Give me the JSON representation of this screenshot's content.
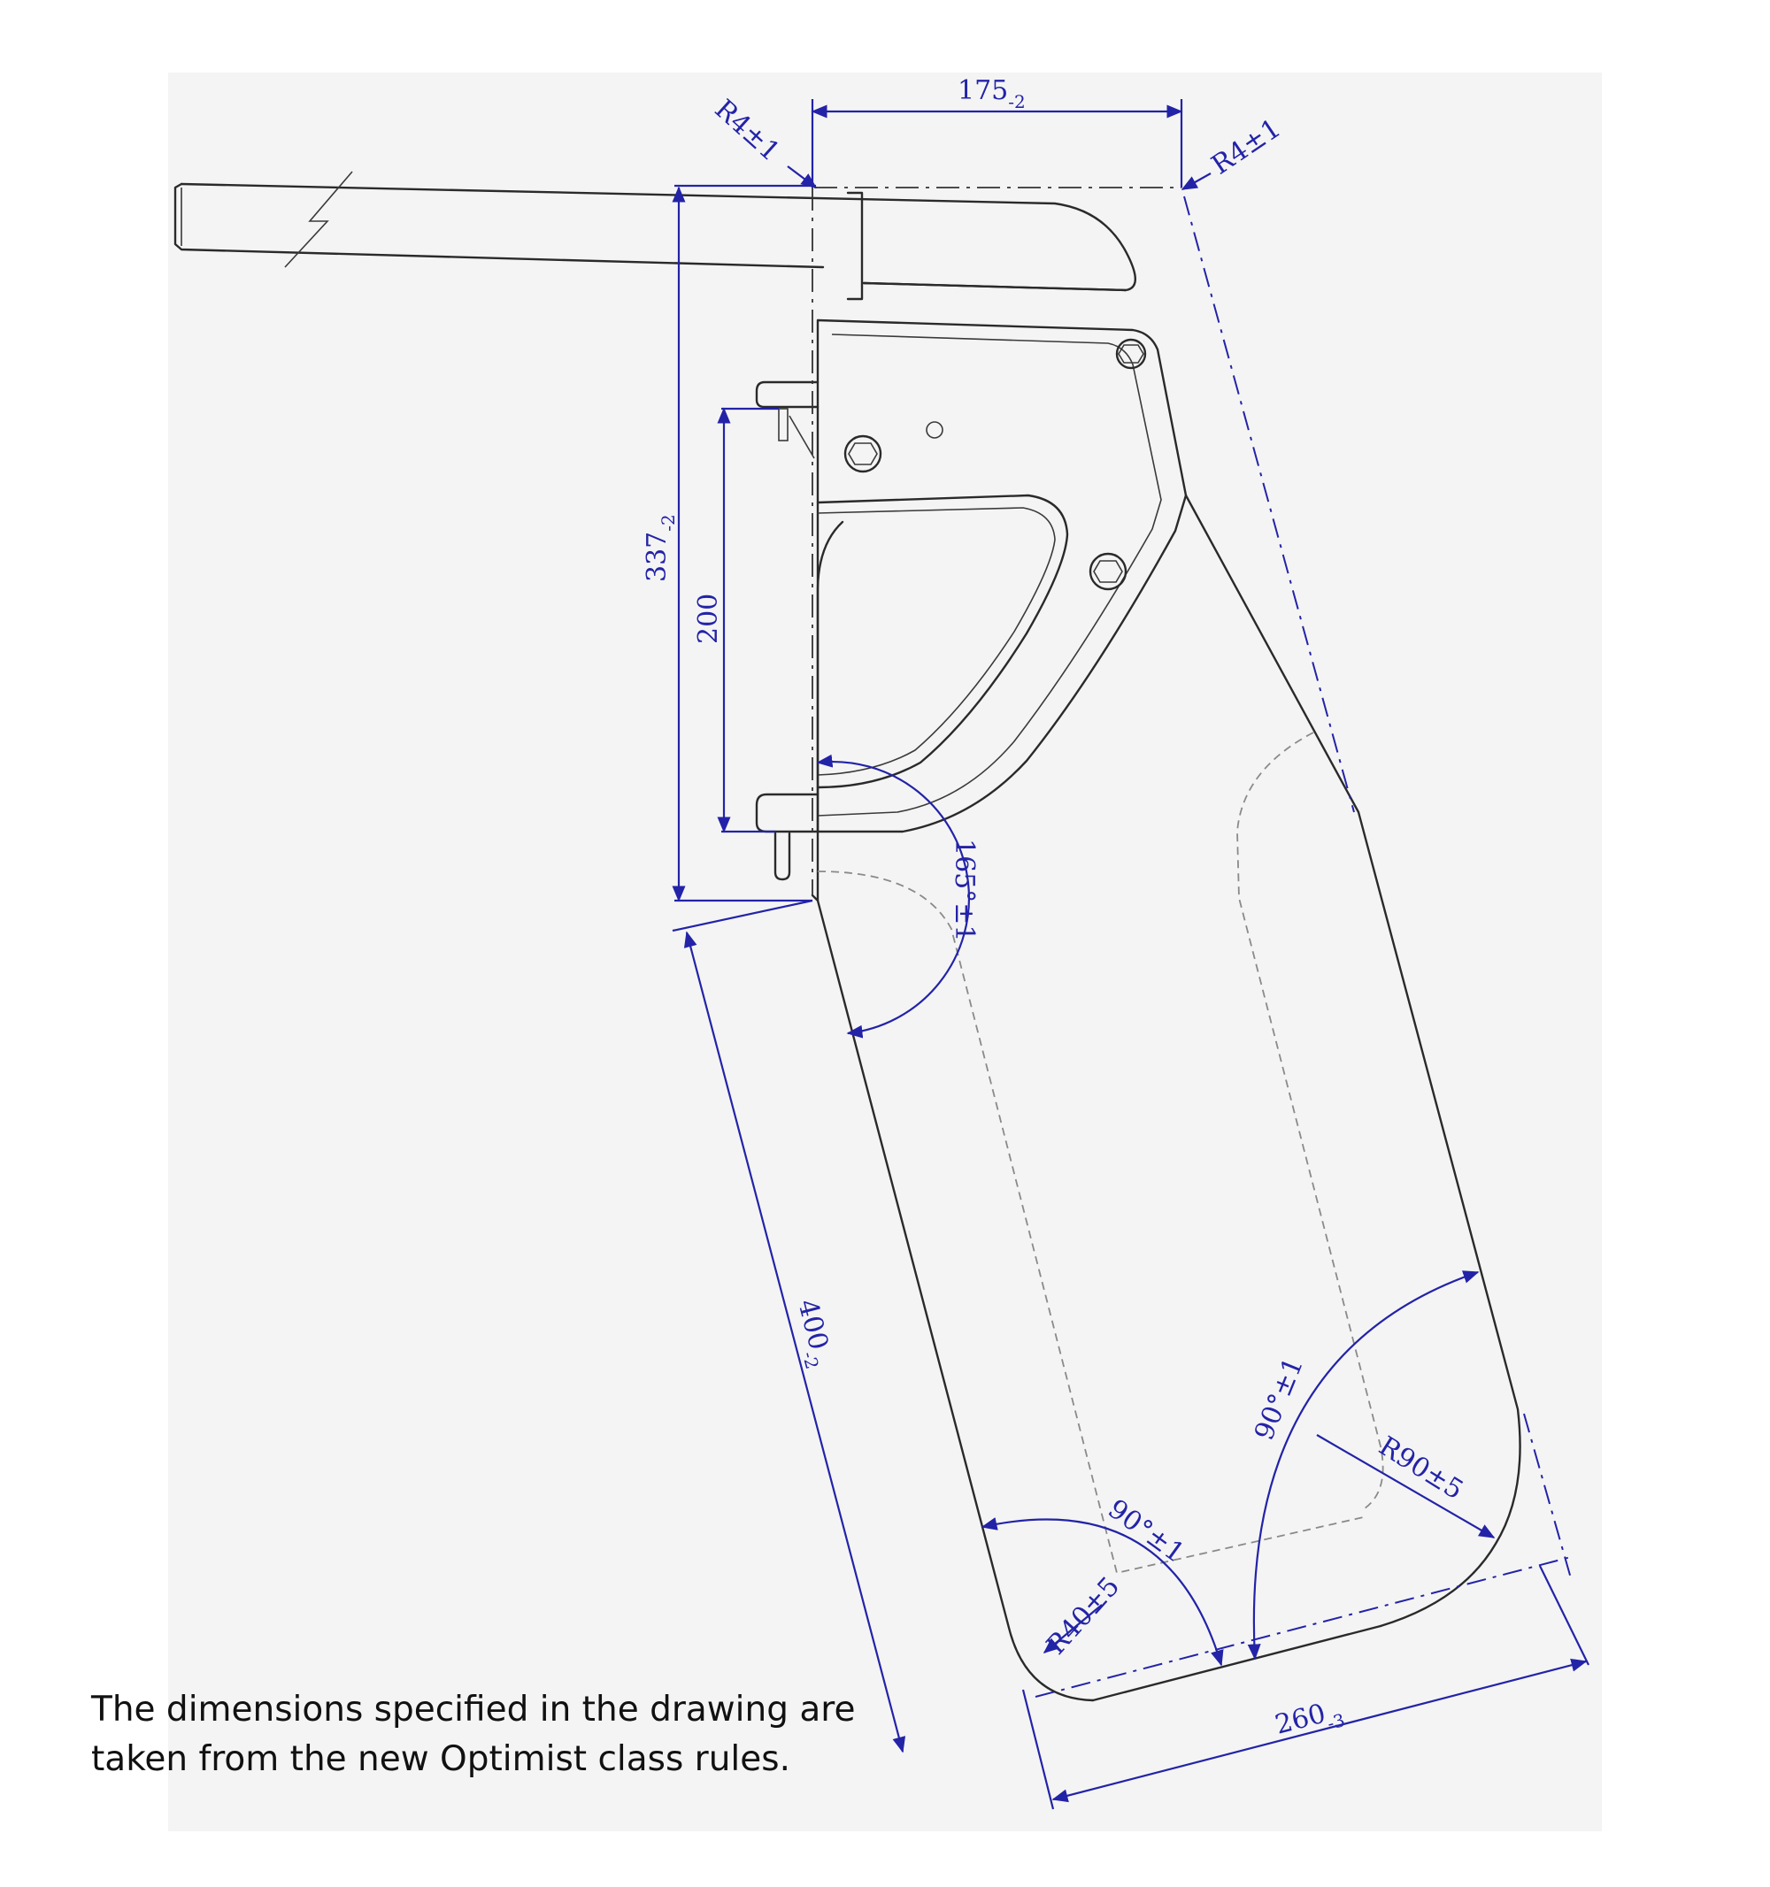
{
  "dimensions": {
    "width_top": {
      "value": "175",
      "tol": "-2"
    },
    "radius_top_left": "R4±1",
    "radius_top_right": "R4±1",
    "height_overall": {
      "value": "337",
      "tol": "-2"
    },
    "pintle_spacing": "200",
    "angle_heel": "165°±1",
    "length_leading_edge": {
      "value": "400",
      "tol": "-2"
    },
    "angle_tip_aft": "90°±1",
    "angle_tip_fwd": "90°±1",
    "radius_tip_aft": "R90±5",
    "radius_tip_fwd": "R40±5",
    "chord_width": {
      "value": "260",
      "tol": "-3"
    }
  },
  "colors": {
    "dimension": "#2323a8",
    "outline": "#2a2a2a",
    "hidden": "#8a8a8a"
  },
  "caption": {
    "line1": "The dimensions specified in the drawing are",
    "line2": "taken from the new Optimist class rules."
  }
}
